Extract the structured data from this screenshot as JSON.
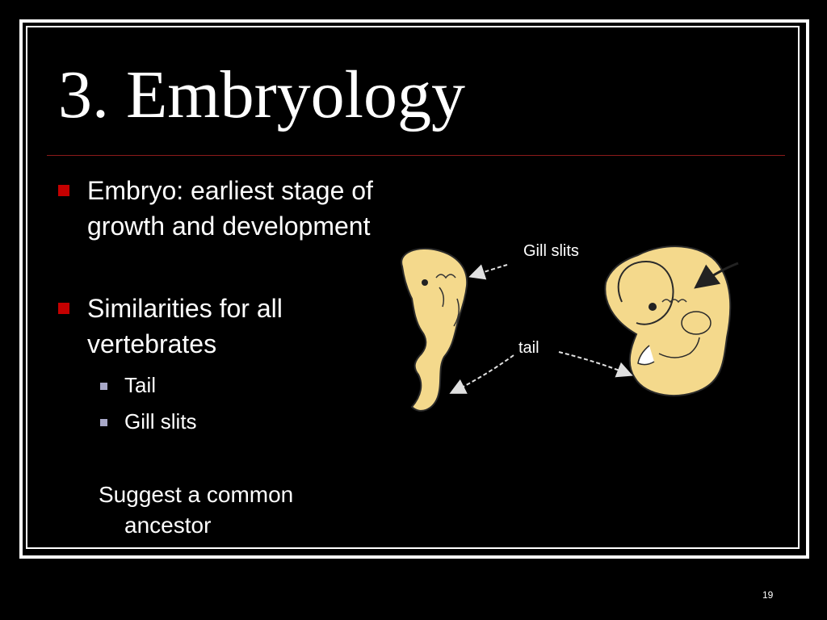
{
  "slide": {
    "title": "3. Embryology",
    "bullets": [
      {
        "text": "Embryo: earliest stage of growth and development",
        "sub": []
      },
      {
        "text": "Similarities for all vertebrates",
        "sub": [
          "Tail",
          "Gill slits"
        ]
      }
    ],
    "conclusion": "Suggest a common ancestor",
    "slide_number": "19"
  },
  "figure": {
    "labels": {
      "gill": "Gill slits",
      "tail": "tail"
    }
  },
  "colors": {
    "background": "#000000",
    "bullet_primary": "#c40000",
    "bullet_secondary": "#a8a8c8",
    "title_rule": "#8b1a1a",
    "embryo_fill": "#f4d98c",
    "embryo_stroke": "#2a2a2a"
  }
}
